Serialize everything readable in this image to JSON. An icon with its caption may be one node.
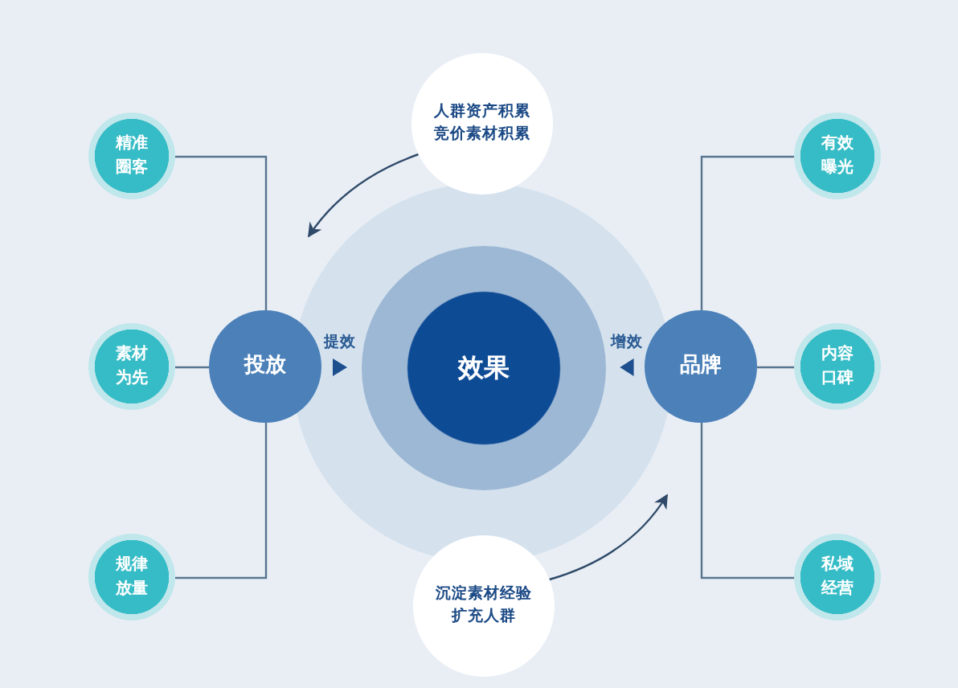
{
  "diagram": {
    "nodes": [
      {
        "text": [
          "人群资产积累",
          "竞价素材积累"
        ]
      },
      {
        "text": [
          "精准圈客"
        ]
      },
      {
        "text": [
          "有效曝光"
        ]
      },
      {
        "text": [
          "素材为先"
        ]
      },
      {
        "text": [
          "投放"
        ]
      },
      {
        "text": [
          "效果"
        ]
      },
      {
        "text": [
          "品牌"
        ]
      },
      {
        "text": [
          "内容口碑"
        ]
      },
      {
        "text": [
          "规律放量"
        ]
      },
      {
        "text": [
          "私域经营"
        ]
      },
      {
        "text": [
          "沉淀素材经验",
          "扩充人群"
        ]
      }
    ],
    "edges": [
      {
        "from": 4,
        "to": 1,
        "arrow": "none"
      },
      {
        "from": 4,
        "to": 3,
        "arrow": "none"
      },
      {
        "from": 4,
        "to": 8,
        "arrow": "none"
      },
      {
        "from": 6,
        "to": 2,
        "arrow": "none"
      },
      {
        "from": 6,
        "to": 7,
        "arrow": "none"
      },
      {
        "from": 6,
        "to": 9,
        "arrow": "none"
      },
      {
        "from": 4,
        "to": 5,
        "arrow": "to",
        "label": "提效",
        "color": "#1d4f8f"
      },
      {
        "from": 6,
        "to": 5,
        "arrow": "to",
        "label": "增效",
        "color": "#1d4f8f"
      },
      {
        "from": 0,
        "to": null,
        "arrow": "to",
        "color": "#2f4a68"
      },
      {
        "from": 10,
        "to": null,
        "arrow": "to",
        "color": "#2f4a68"
      }
    ]
  }
}
